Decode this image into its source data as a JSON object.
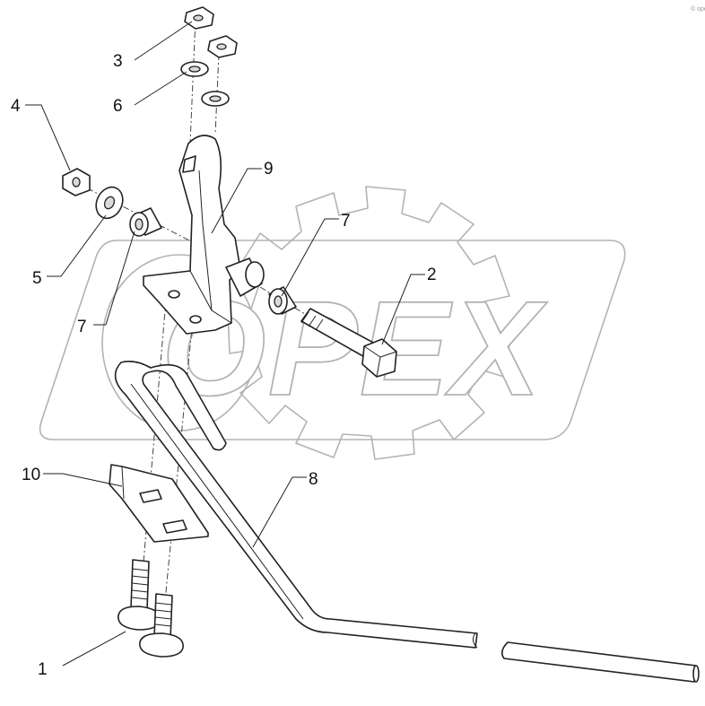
{
  "watermark": {
    "text": "OPEX"
  },
  "corner_mark": "© opex",
  "callouts": {
    "c1": "1",
    "c2": "2",
    "c3": "3",
    "c4": "4",
    "c5": "5",
    "c6": "6",
    "c7a": "7",
    "c7b": "7",
    "c8": "8",
    "c9": "9",
    "c10": "10"
  }
}
